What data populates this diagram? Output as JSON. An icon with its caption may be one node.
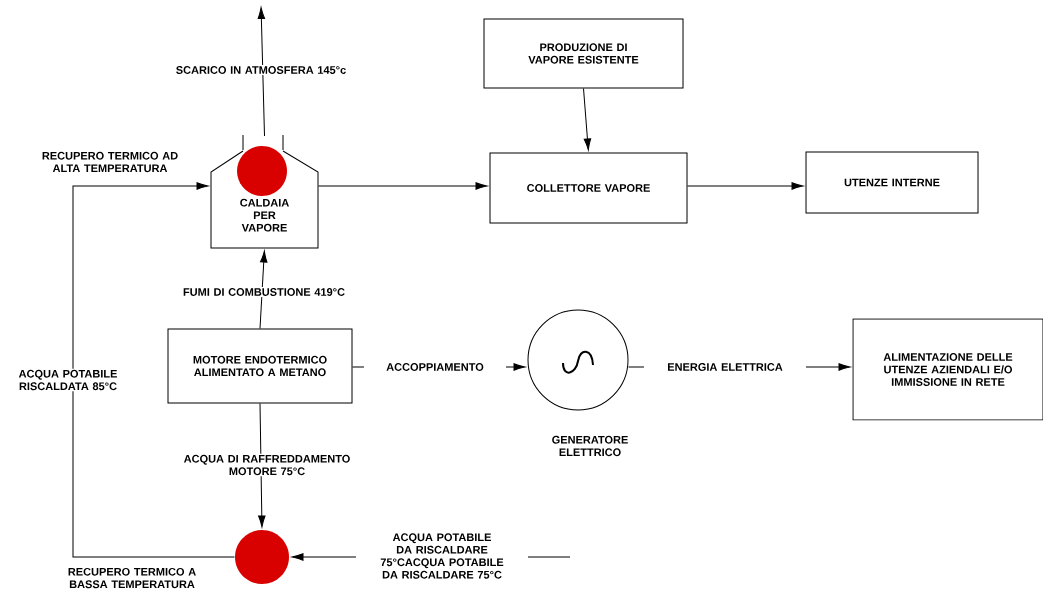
{
  "diagram": {
    "nodes": [
      {
        "text": [
          "CALDAIA PER VAPORE"
        ],
        "beside": [
          "RECUPERO TERMICO AD ALTA TEMPERATURA"
        ]
      },
      {
        "text": [
          "PRODUZIONE DI VAPORE ESISTENTE"
        ]
      },
      {
        "text": [
          "COLLETTORE VAPORE"
        ]
      },
      {
        "text": [
          "UTENZE INTERNE"
        ]
      },
      {
        "text": [
          "MOTORE ENDOTERMICO ALIMENTATO A METANO"
        ]
      },
      {
        "text": [],
        "shape": "circle",
        "beside": [
          "GENERATORE ELETTRICO"
        ]
      },
      {
        "text": [
          "ALIMENTAZIONE DELLE UTENZE AZIENDALI E/O IMMISSIONE IN RETE"
        ]
      },
      {
        "text": [],
        "shape": "circle"
      }
    ],
    "labels": [
      "RECUPERO TERMICO A BASSA TEMPERATURA"
    ],
    "edges": [
      {
        "from": 0,
        "to": null,
        "arrow": "to",
        "label": "SCARICO IN ATMOSFERA 145°c"
      },
      {
        "from": 7,
        "to": 0,
        "arrow": "to",
        "label": "ACQUA POTABILE RISCALDATA 85°C"
      },
      {
        "from": 0,
        "to": 2,
        "arrow": "to"
      },
      {
        "from": 1,
        "to": 2,
        "arrow": "to"
      },
      {
        "from": 2,
        "to": 3,
        "arrow": "to"
      },
      {
        "from": 4,
        "to": 0,
        "arrow": "to",
        "label": "FUMI DI COMBUSTIONE 419°C"
      },
      {
        "from": 4,
        "to": 5,
        "arrow": "to",
        "label": "ACCOPPIAMENTO"
      },
      {
        "from": 5,
        "to": 6,
        "arrow": "to",
        "label": "ENERGIA ELETTRICA"
      },
      {
        "from": 4,
        "to": 7,
        "arrow": "to",
        "label": "ACQUA DI RAFFREDDAMENTO MOTORE 75°C"
      },
      {
        "from": null,
        "to": 7,
        "arrow": "to",
        "label": "ACQUA POTABILE DA RISCALDARE 75°CACQUA POTABILE DA RISCALDARE 75°C"
      }
    ]
  }
}
